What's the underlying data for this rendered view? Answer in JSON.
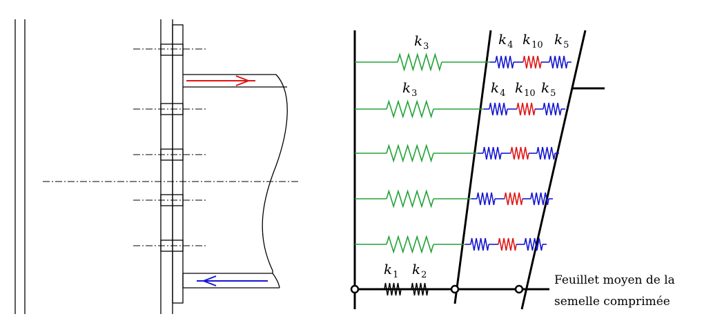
{
  "springs": {
    "k3": {
      "base": "k",
      "sub": "3"
    },
    "k4": {
      "base": "k",
      "sub": "4"
    },
    "k10": {
      "base": "k",
      "sub": "10"
    },
    "k5": {
      "base": "k",
      "sub": "5"
    },
    "k1": {
      "base": "k",
      "sub": "1"
    },
    "k2": {
      "base": "k",
      "sub": "2"
    }
  },
  "caption": {
    "line1": "Feuillet moyen de la",
    "line2": "semelle comprimée"
  },
  "colors": {
    "green": "#22a236",
    "blue": "#1414d2",
    "red": "#e01414",
    "black": "#000000"
  }
}
